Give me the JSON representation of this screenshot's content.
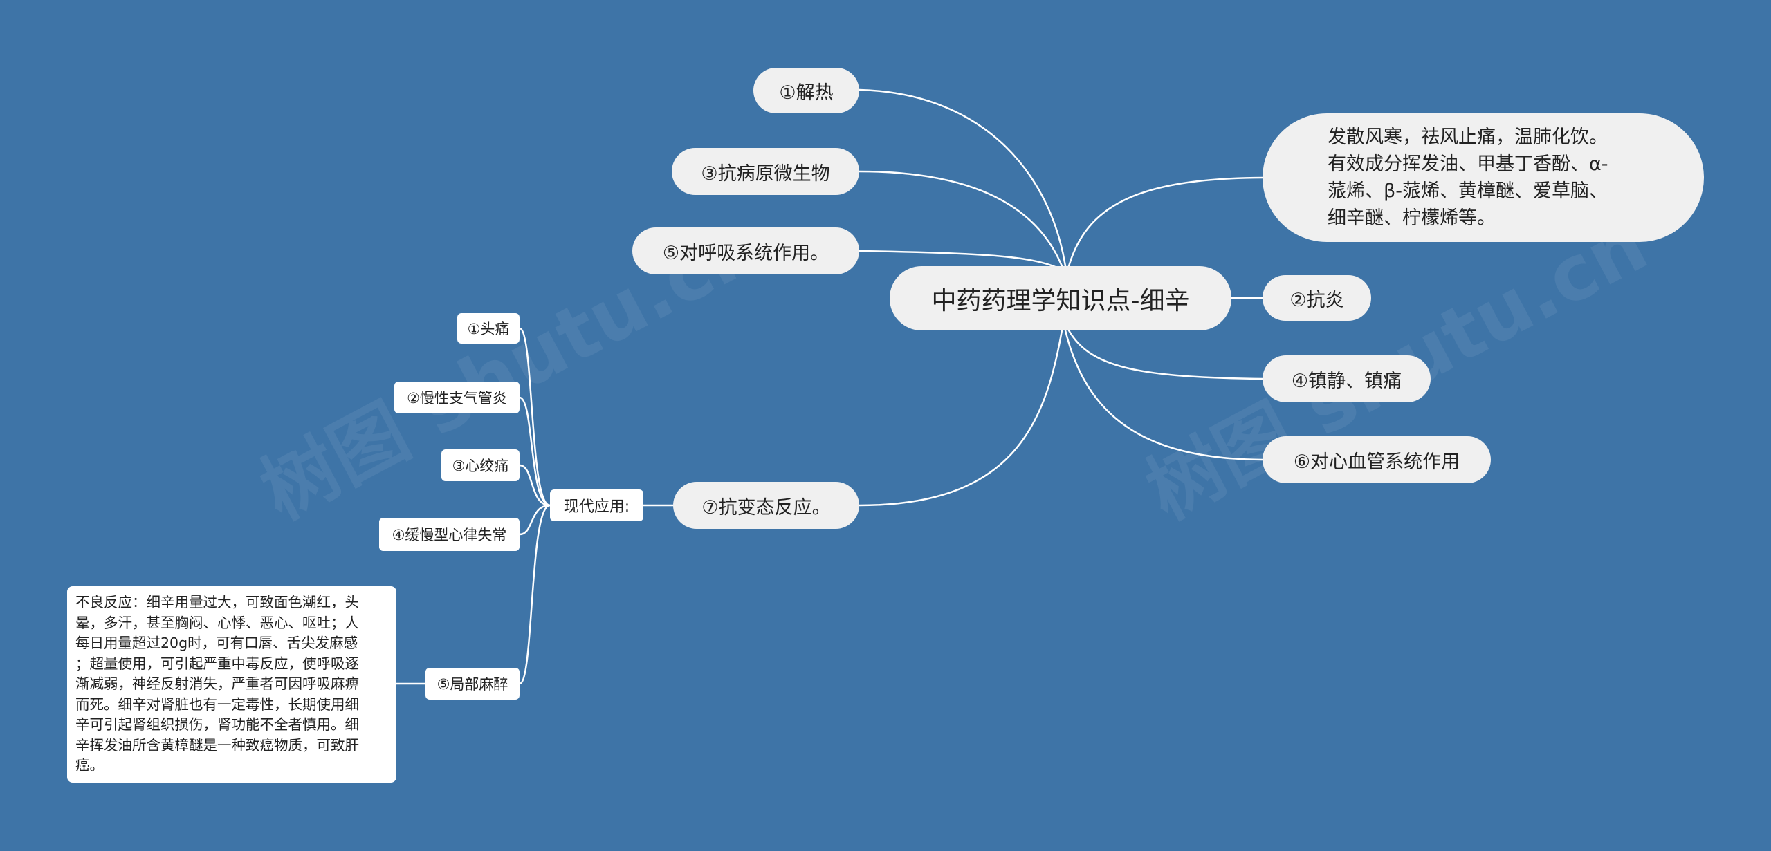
{
  "background_color": "#3e74a7",
  "root": {
    "label": "中药药理学知识点-细辛"
  },
  "branches": {
    "jiere": "①解热",
    "kangbingyuan": "③抗病原微生物",
    "huxi": "⑤对呼吸系统作用。",
    "kangbiantai": "⑦抗变态反应。",
    "summary": "发散风寒，祛风止痛，温肺化饮。\n有效成分挥发油、甲基丁香酚、α-\n蒎烯、β-蒎烯、黄樟醚、爱草脑、\n细辛醚、柠檬烯等。",
    "kangyan": "②抗炎",
    "zhenjing": "④镇静、镇痛",
    "xinxueguan": "⑥对心血管系统作用"
  },
  "modern_use": {
    "label": "现代应用:",
    "items": [
      "①头痛",
      "②慢性支气管炎",
      "③心绞痛",
      "④缓慢型心律失常",
      "⑤局部麻醉"
    ]
  },
  "adverse_note": "不良反应：细辛用量过大，可致面色潮红，头\n晕，多汗，甚至胸闷、心悸、恶心、呕吐；人\n每日用量超过20g时，可有口唇、舌尖发麻感\n；超量使用，可引起严重中毒反应，使呼吸逐\n渐减弱，神经反射消失，严重者可因呼吸麻痹\n而死。细辛对肾脏也有一定毒性，长期使用细\n辛可引起肾组织损伤，肾功能不全者慎用。细\n辛挥发油所含黄樟醚是一种致癌物质，可致肝\n癌。",
  "watermark": [
    "树图 shutu.cn",
    "树图 shutu.cn"
  ],
  "colors": {
    "link": "#ffffff",
    "node_fill": "#f0f0f0",
    "sub_fill": "#ffffff"
  }
}
